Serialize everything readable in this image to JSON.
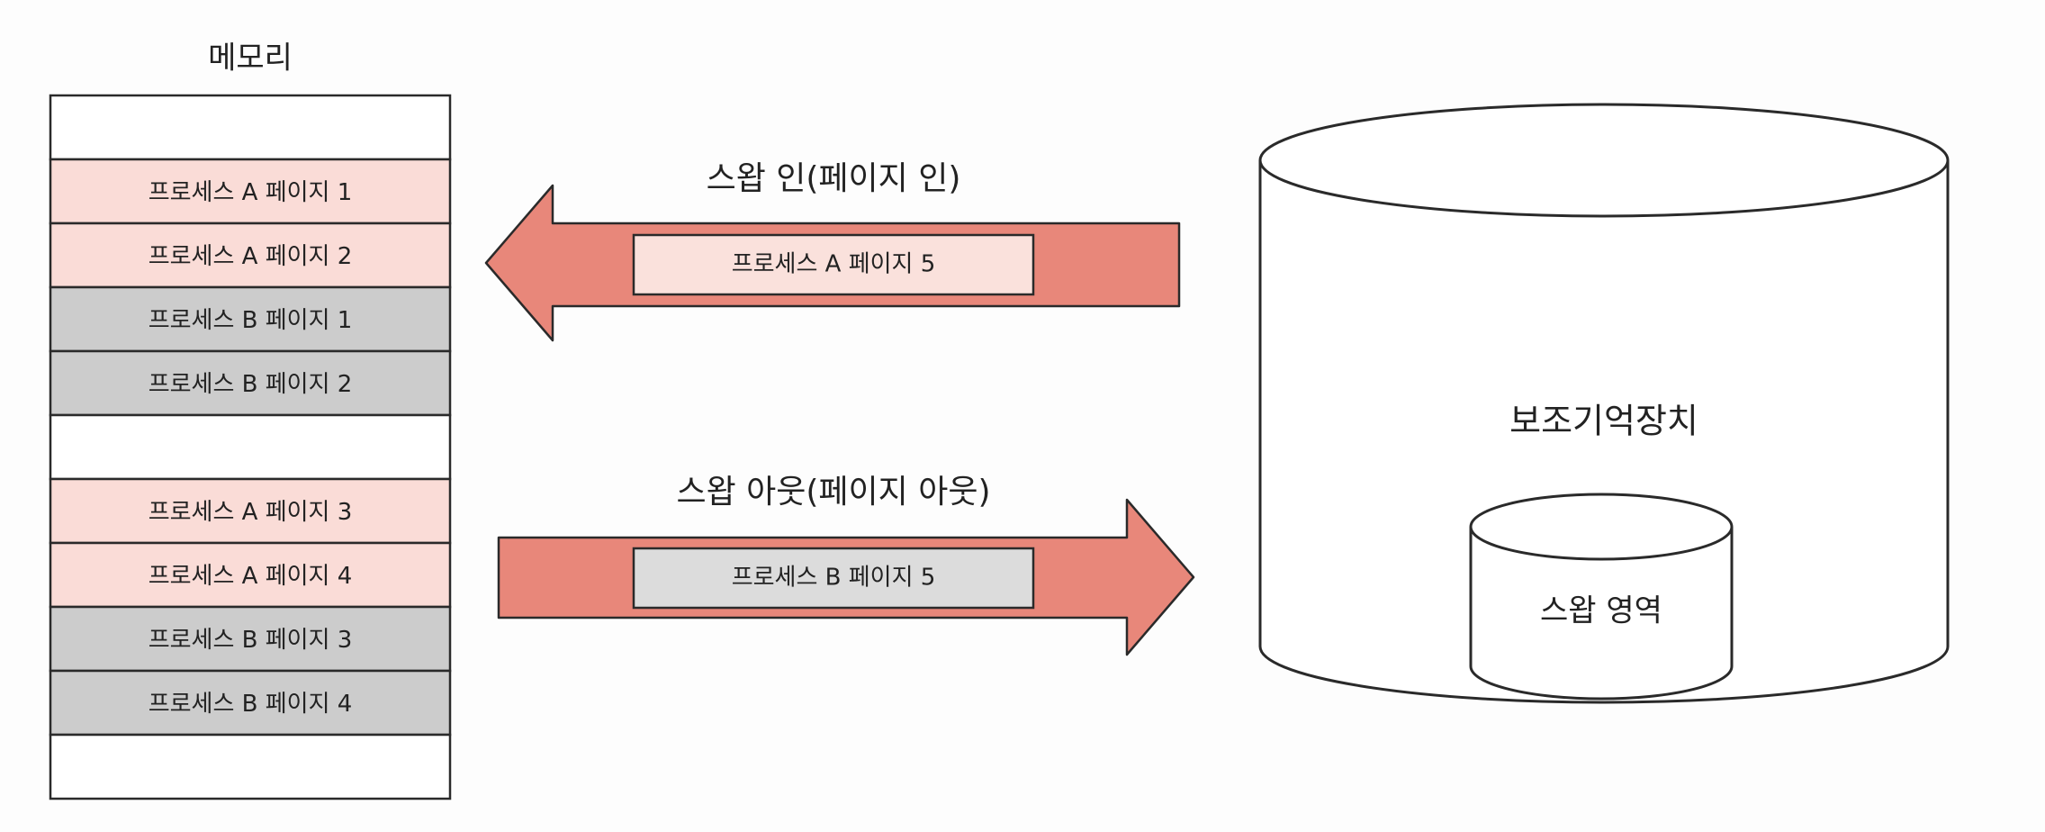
{
  "memory": {
    "title": "메모리",
    "slots": [
      {
        "label": "",
        "fill": "#ffffff"
      },
      {
        "label": "프로세스 A 페이지 1",
        "fill": "#fadcd7"
      },
      {
        "label": "프로세스 A 페이지 2",
        "fill": "#fadcd7"
      },
      {
        "label": "프로세스 B 페이지 1",
        "fill": "#cccccc"
      },
      {
        "label": "프로세스 B 페이지 2",
        "fill": "#cccccc"
      },
      {
        "label": "",
        "fill": "#ffffff"
      },
      {
        "label": "프로세스 A 페이지 3",
        "fill": "#fadcd7"
      },
      {
        "label": "프로세스 A 페이지 4",
        "fill": "#fadcd7"
      },
      {
        "label": "프로세스 B 페이지 3",
        "fill": "#cccccc"
      },
      {
        "label": "프로세스 B 페이지 4",
        "fill": "#cccccc"
      },
      {
        "label": "",
        "fill": "#ffffff"
      }
    ]
  },
  "swap_in": {
    "title": "스왑 인(페이지 인)",
    "page_label": "프로세스 A 페이지 5",
    "direction": "left"
  },
  "swap_out": {
    "title": "스왑 아웃(페이지 아웃)",
    "page_label": "프로세스 B 페이지 5",
    "direction": "right"
  },
  "storage": {
    "title": "보조기억장치",
    "swap_area_label": "스왑 영역"
  },
  "colors": {
    "arrow_fill": "#e8877a",
    "process_a": "#fadcd7",
    "process_b": "#cccccc",
    "swap_in_page_fill": "#fae1dc",
    "swap_out_page_fill": "#dcdcdc",
    "stroke": "#2a2a2a"
  }
}
